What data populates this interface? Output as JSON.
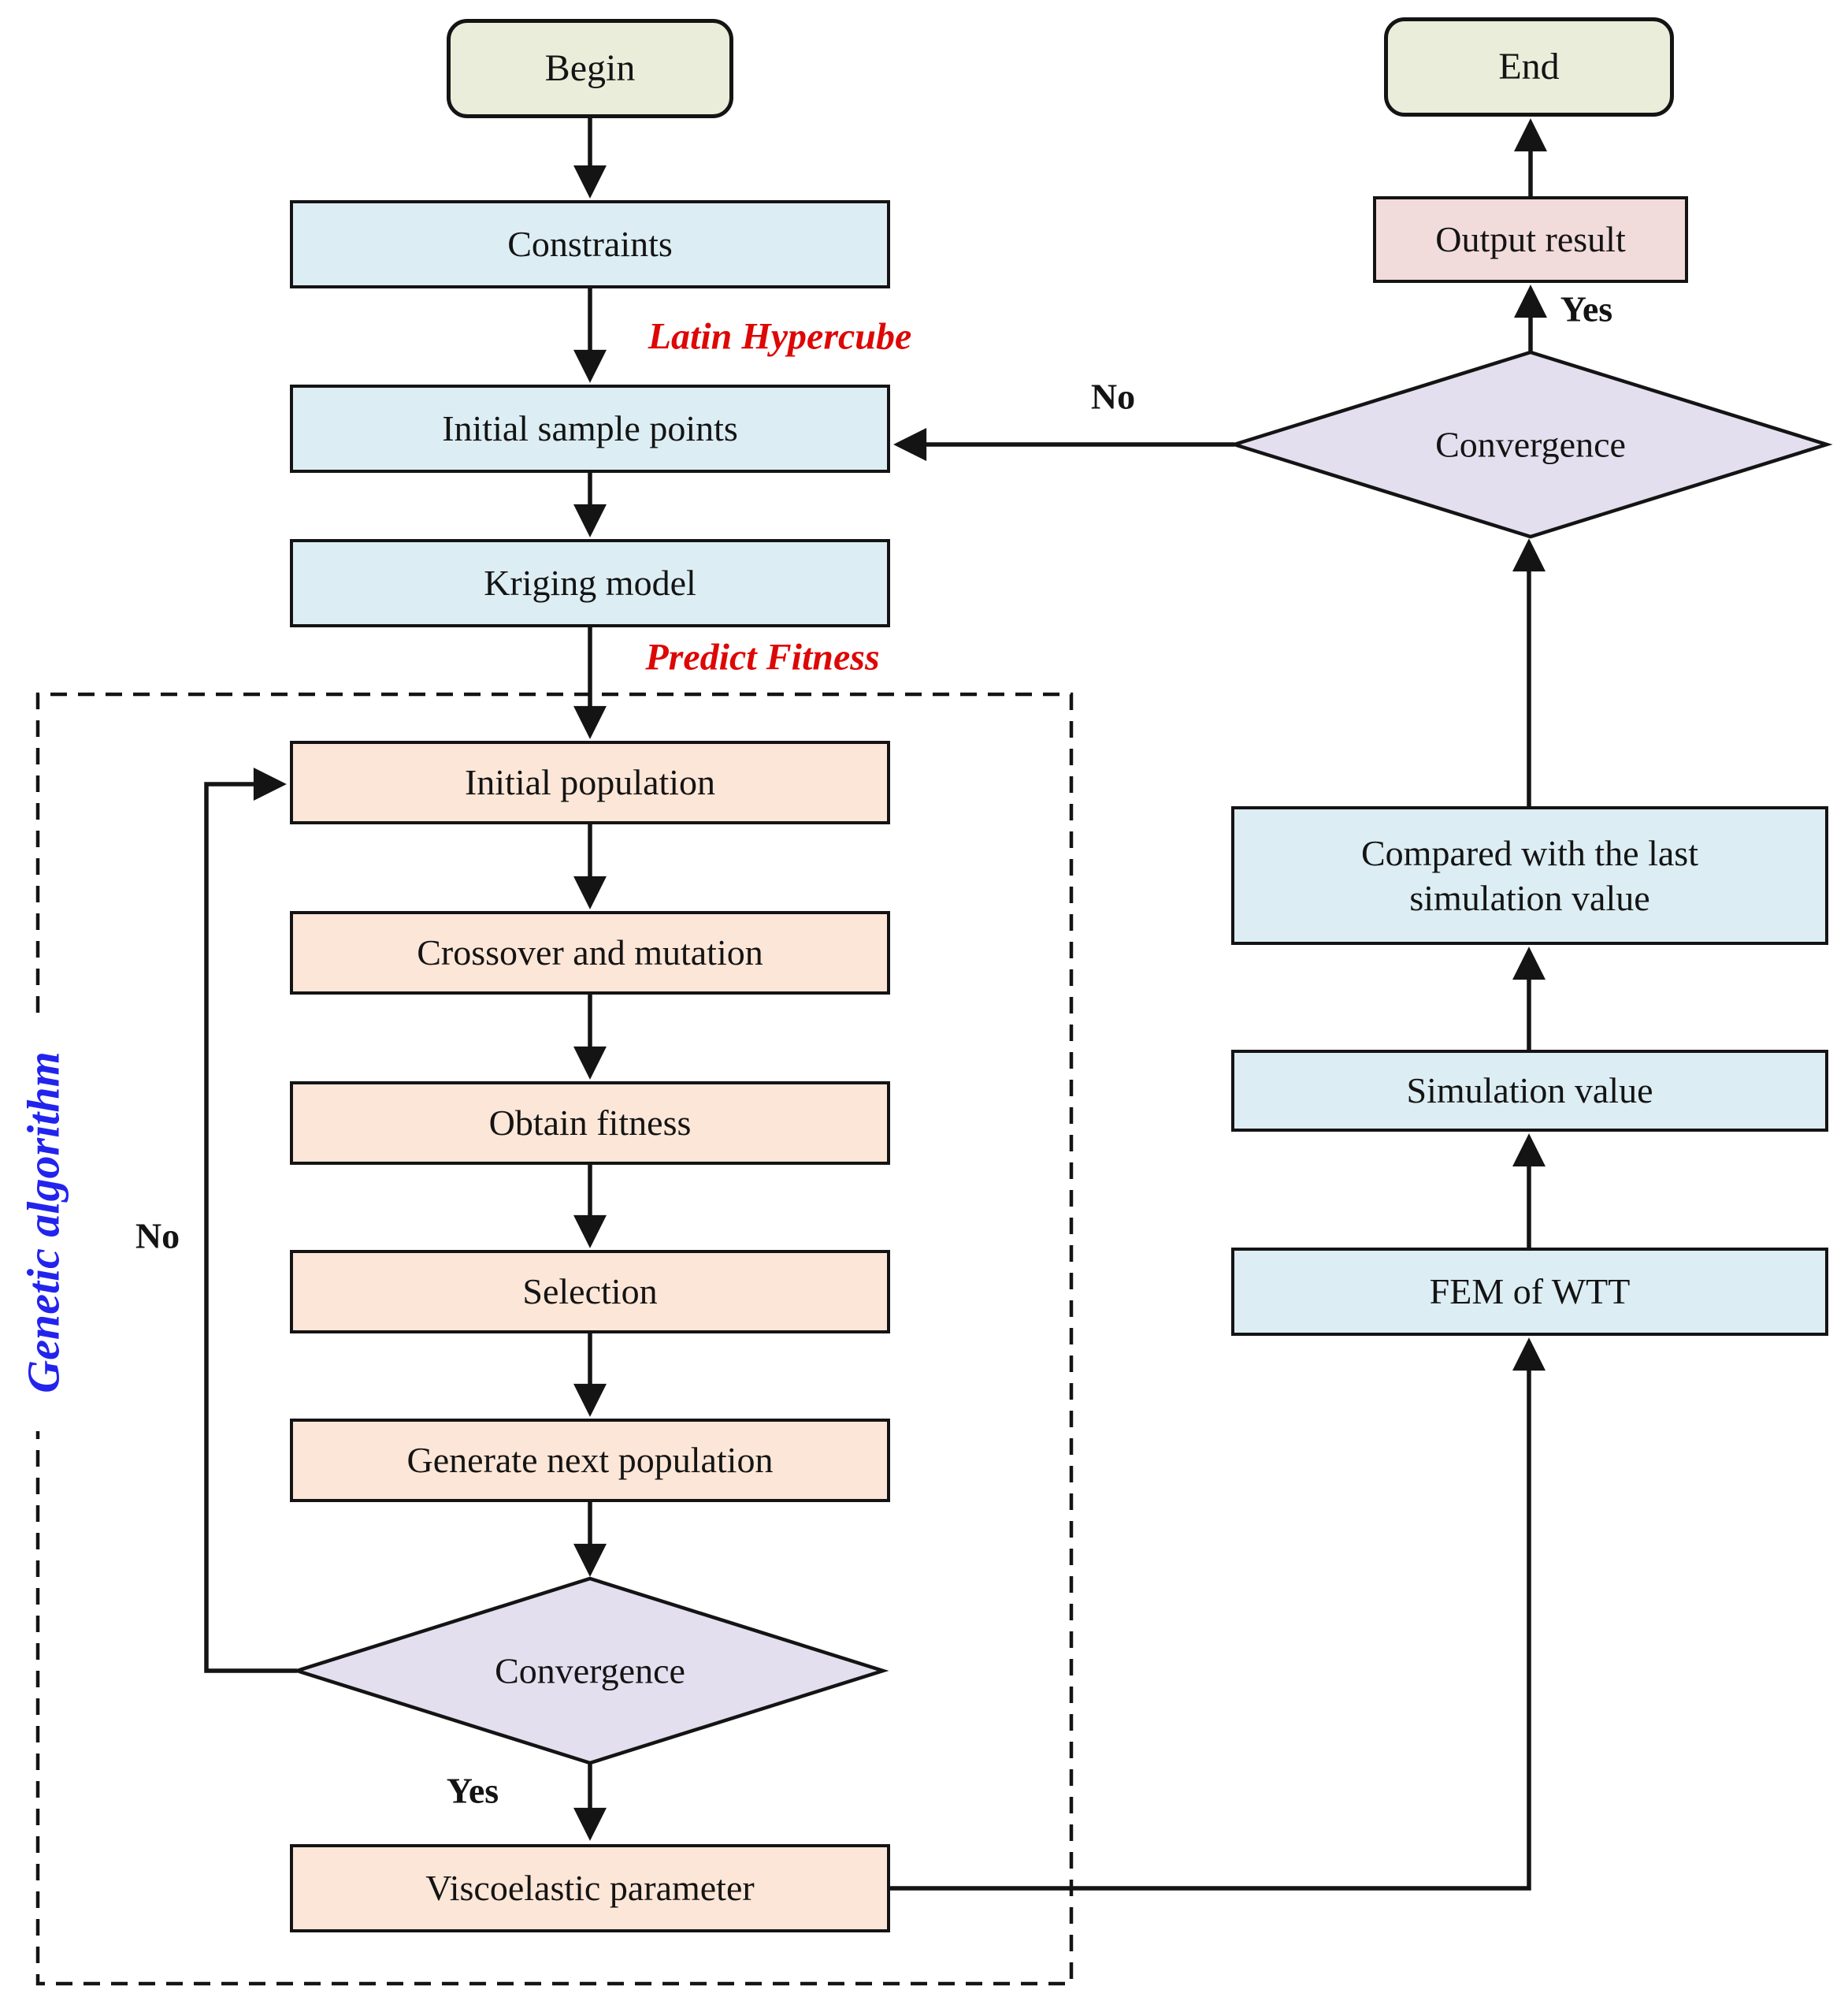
{
  "diagram": {
    "type": "flowchart",
    "group_box_label": "Genetic algorithm"
  },
  "colors": {
    "terminator_fill": "#e9edd9",
    "process_blue_fill": "#dcedf3",
    "process_peach_fill": "#fce6d7",
    "output_pink_fill": "#f2dbdb",
    "decision_fill": "#e4dfee",
    "edge_label_red": "#dd0806",
    "group_label_blue": "#2323ee",
    "stroke": "#141414",
    "background": "#ffffff"
  },
  "nodes": {
    "begin": {
      "label": "Begin",
      "shape": "rounded-terminator",
      "fill": "#e9edd9"
    },
    "constraints": {
      "label": "Constraints",
      "shape": "rect",
      "fill": "#dcedf3"
    },
    "initial_sample_points": {
      "label": "Initial sample points",
      "shape": "rect",
      "fill": "#dcedf3"
    },
    "kriging_model": {
      "label": "Kriging model",
      "shape": "rect",
      "fill": "#dcedf3"
    },
    "initial_population": {
      "label": "Initial population",
      "shape": "rect",
      "fill": "#fce6d7"
    },
    "crossover_and_mutation": {
      "label": "Crossover and mutation",
      "shape": "rect",
      "fill": "#fce6d7"
    },
    "obtain_fitness": {
      "label": "Obtain fitness",
      "shape": "rect",
      "fill": "#fce6d7"
    },
    "selection": {
      "label": "Selection",
      "shape": "rect",
      "fill": "#fce6d7"
    },
    "generate_next_population": {
      "label": "Generate next population",
      "shape": "rect",
      "fill": "#fce6d7"
    },
    "convergence_ga": {
      "label": "Convergence",
      "shape": "diamond",
      "fill": "#e4dfee"
    },
    "viscoelastic_parameter": {
      "label": "Viscoelastic parameter",
      "shape": "rect",
      "fill": "#fce6d7"
    },
    "end": {
      "label": "End",
      "shape": "rounded-terminator",
      "fill": "#e9edd9"
    },
    "output_result": {
      "label": "Output result",
      "shape": "rect",
      "fill": "#f2dbdb"
    },
    "convergence_main": {
      "label": "Convergence",
      "shape": "diamond",
      "fill": "#e4dfee"
    },
    "compared_with_last": {
      "label": "Compared with the last simulation value",
      "shape": "rect",
      "fill": "#dcedf3"
    },
    "simulation_value": {
      "label": "Simulation value",
      "shape": "rect",
      "fill": "#dcedf3"
    },
    "fem_of_wtt": {
      "label": "FEM of WTT",
      "shape": "rect",
      "fill": "#dcedf3"
    }
  },
  "edges": {
    "begin_to_constraints": {
      "from": "begin",
      "to": "constraints"
    },
    "constraints_to_initial_sample_points": {
      "from": "constraints",
      "to": "initial_sample_points",
      "label": "Latin Hypercube"
    },
    "initial_sample_points_to_kriging": {
      "from": "initial_sample_points",
      "to": "kriging_model"
    },
    "kriging_to_initial_population": {
      "from": "kriging_model",
      "to": "initial_population",
      "label": "Predict Fitness"
    },
    "initial_population_to_crossover": {
      "from": "initial_population",
      "to": "crossover_and_mutation"
    },
    "crossover_to_obtain_fitness": {
      "from": "crossover_and_mutation",
      "to": "obtain_fitness"
    },
    "obtain_fitness_to_selection": {
      "from": "obtain_fitness",
      "to": "selection"
    },
    "selection_to_generate_next": {
      "from": "selection",
      "to": "generate_next_population"
    },
    "generate_next_to_convergence_ga": {
      "from": "generate_next_population",
      "to": "convergence_ga"
    },
    "convergence_ga_yes": {
      "from": "convergence_ga",
      "to": "viscoelastic_parameter",
      "label": "Yes"
    },
    "convergence_ga_no": {
      "from": "convergence_ga",
      "to": "initial_population",
      "label": "No"
    },
    "viscoelastic_to_fem": {
      "from": "viscoelastic_parameter",
      "to": "fem_of_wtt"
    },
    "fem_to_simulation_value": {
      "from": "fem_of_wtt",
      "to": "simulation_value"
    },
    "simulation_value_to_compared": {
      "from": "simulation_value",
      "to": "compared_with_last"
    },
    "compared_to_convergence_main": {
      "from": "compared_with_last",
      "to": "convergence_main"
    },
    "convergence_main_yes": {
      "from": "convergence_main",
      "to": "output_result",
      "label": "Yes"
    },
    "convergence_main_no": {
      "from": "convergence_main",
      "to": "initial_sample_points",
      "label": "No"
    },
    "output_result_to_end": {
      "from": "output_result",
      "to": "end"
    }
  }
}
